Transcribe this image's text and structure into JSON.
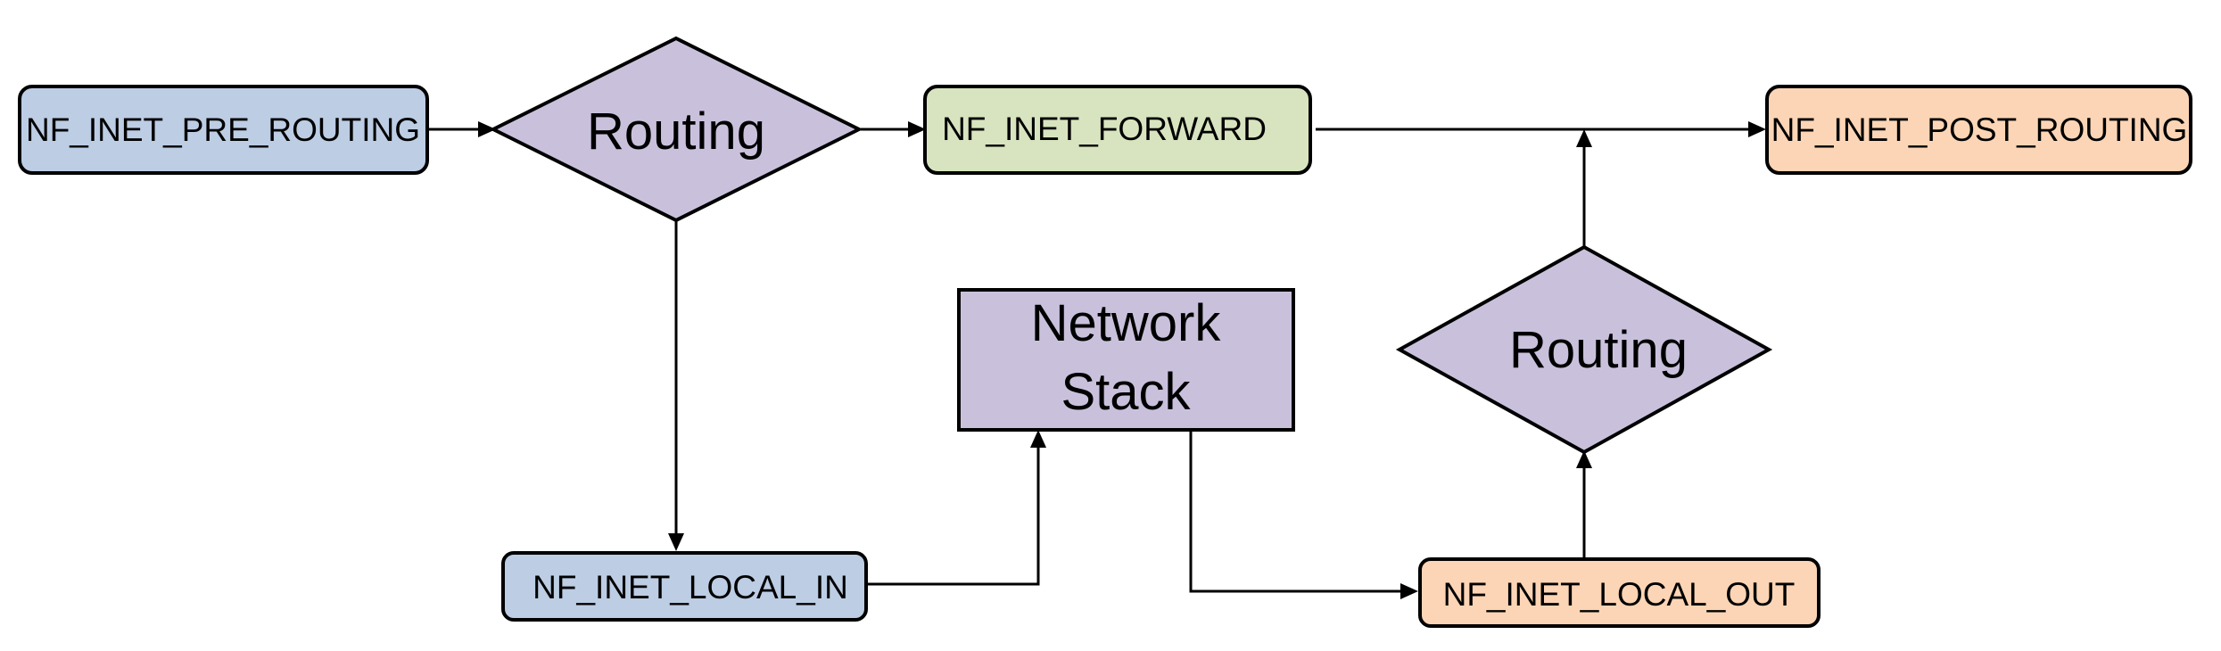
{
  "diagram": {
    "nodes": {
      "pre_routing": {
        "label": "NF_INET_PRE_ROUTING",
        "color": "#bccde4"
      },
      "routing_top": {
        "label": "Routing",
        "color": "#c9c1dc"
      },
      "forward": {
        "label": "NF_INET_FORWARD",
        "color": "#d7e4bf"
      },
      "post_routing": {
        "label": "NF_INET_POST_ROUTING",
        "color": "#fbd5b5"
      },
      "local_in": {
        "label": "NF_INET_LOCAL_IN",
        "color": "#bccde4"
      },
      "network_stack": {
        "line1": "Network",
        "line2": "Stack",
        "color": "#c9c1dc"
      },
      "routing_right": {
        "label": "Routing",
        "color": "#c9c1dc"
      },
      "local_out": {
        "label": "NF_INET_LOCAL_OUT",
        "color": "#fbd5b5"
      }
    },
    "edges": [
      {
        "from": "NF_INET_PRE_ROUTING",
        "to": "Routing"
      },
      {
        "from": "Routing",
        "to": "NF_INET_FORWARD"
      },
      {
        "from": "NF_INET_FORWARD",
        "to": "NF_INET_POST_ROUTING"
      },
      {
        "from": "Routing",
        "to": "NF_INET_LOCAL_IN"
      },
      {
        "from": "NF_INET_LOCAL_IN",
        "to": "Network Stack"
      },
      {
        "from": "Network Stack",
        "to": "NF_INET_LOCAL_OUT"
      },
      {
        "from": "NF_INET_LOCAL_OUT",
        "to": "Routing"
      },
      {
        "from": "Routing",
        "to": "NF_INET_POST_ROUTING"
      }
    ]
  }
}
